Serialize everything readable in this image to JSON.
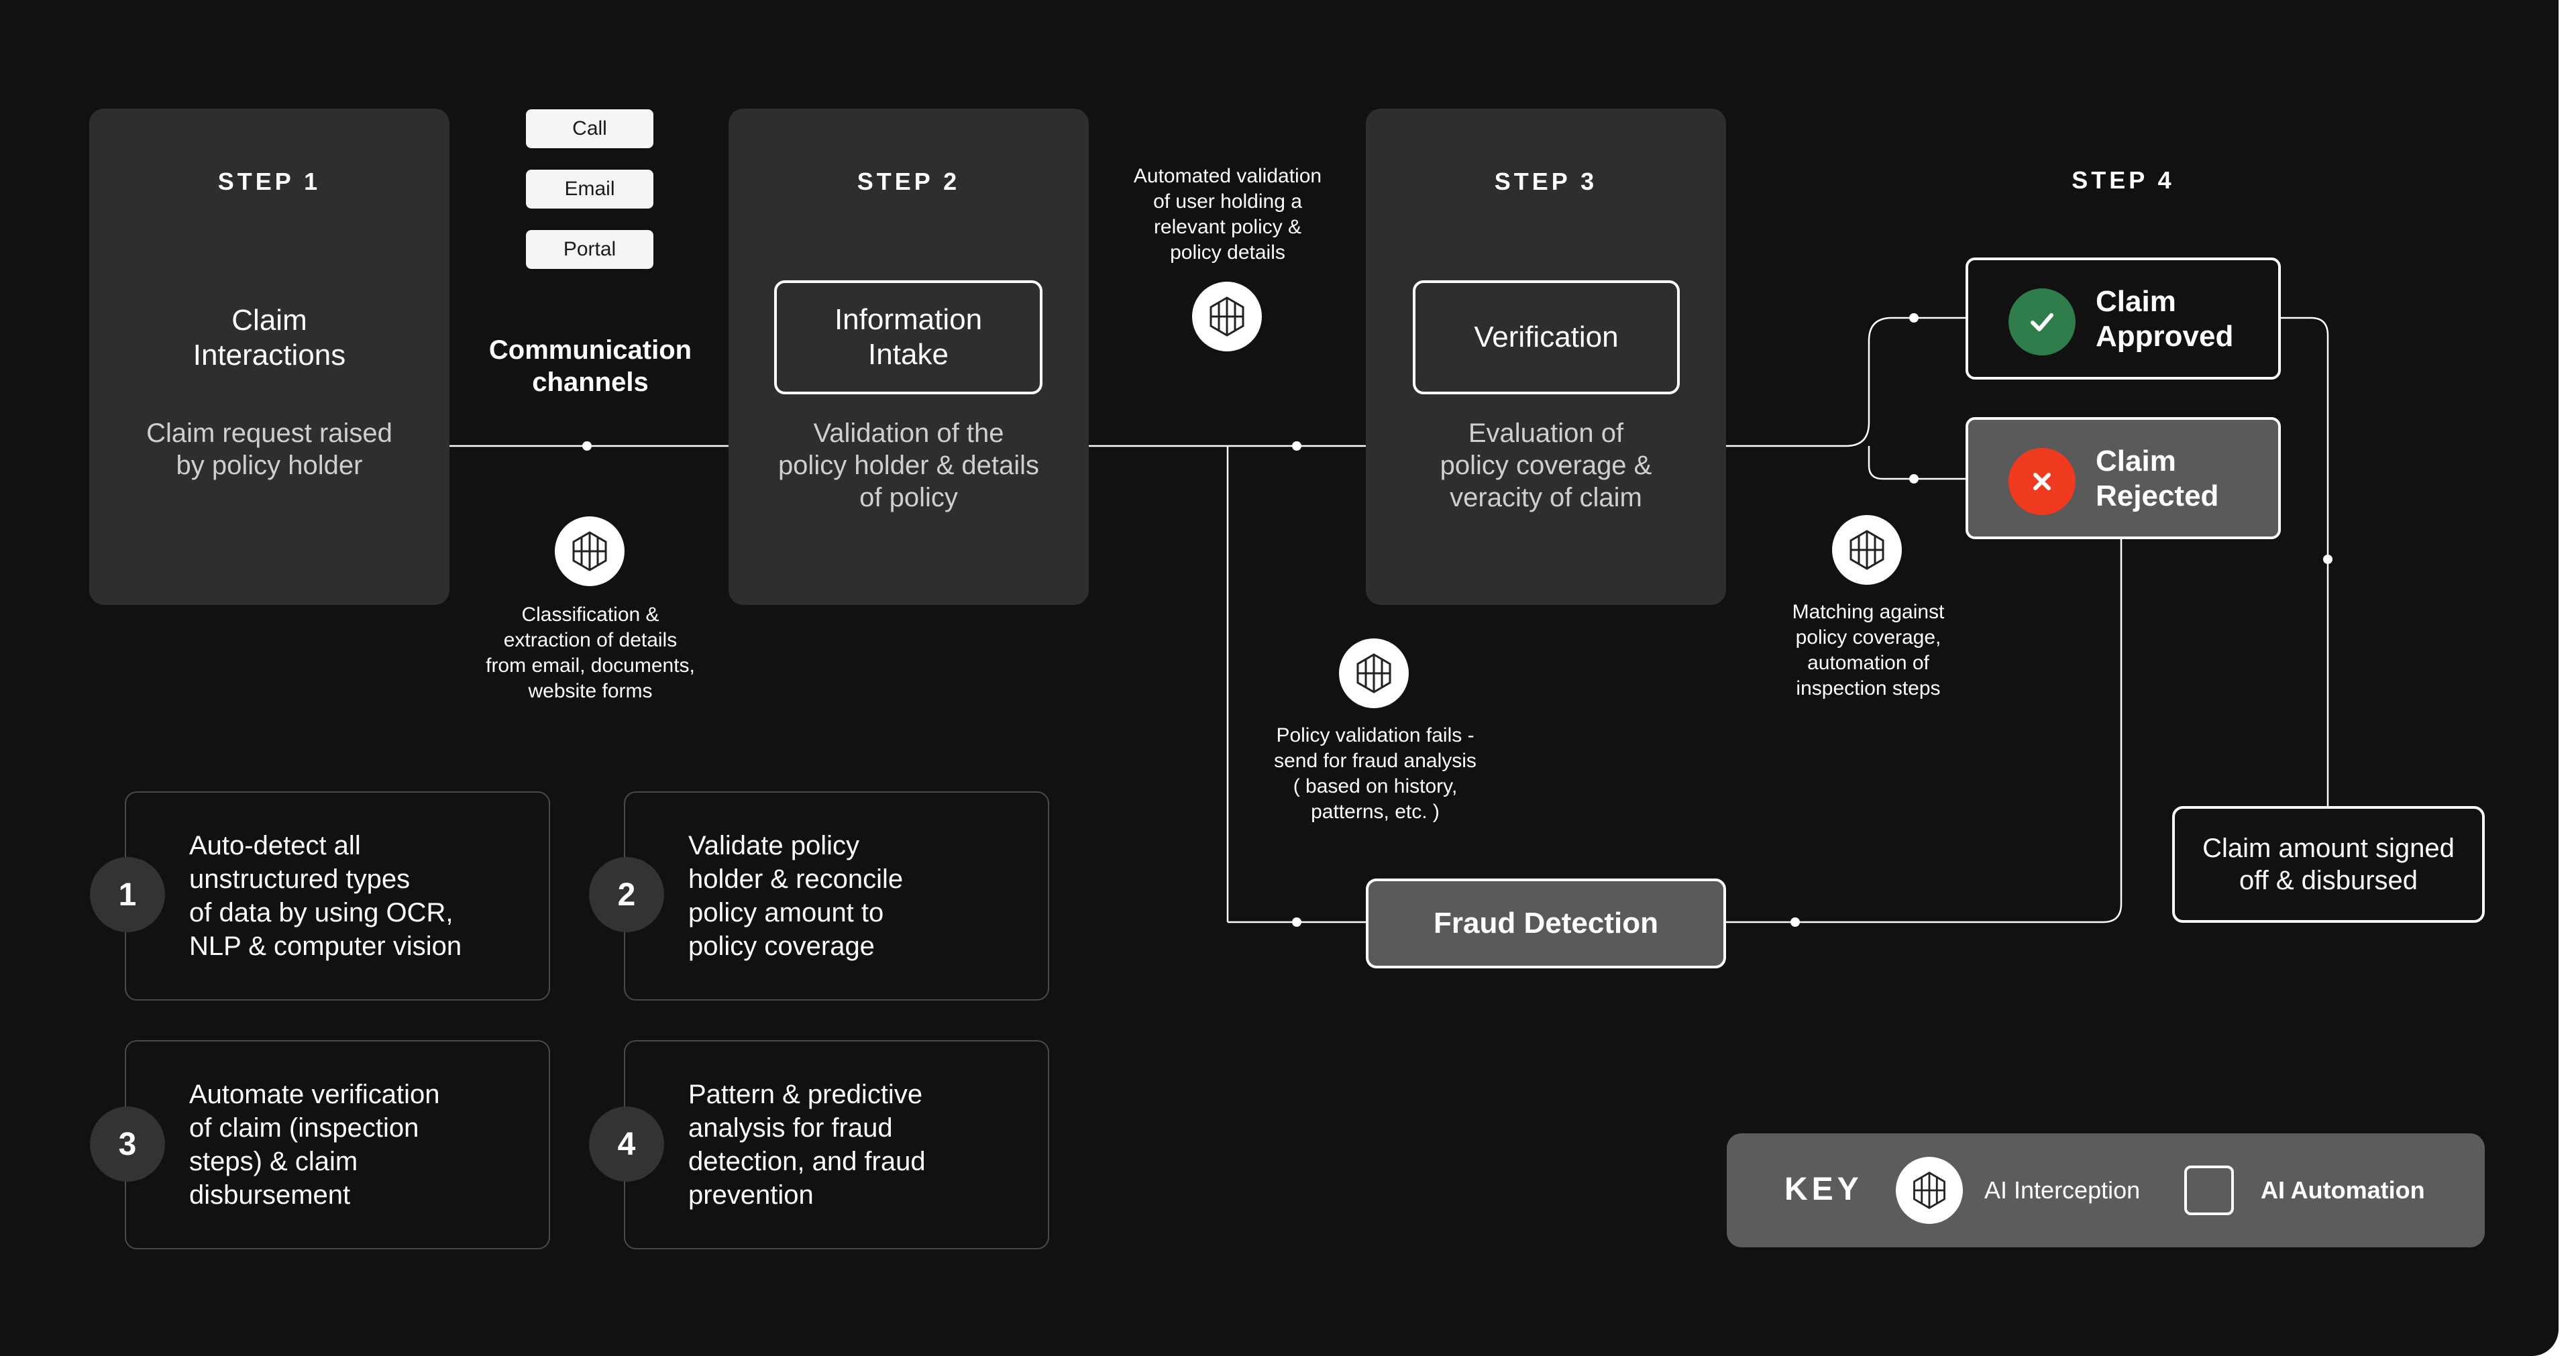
{
  "steps": [
    {
      "label": "STEP 1",
      "title": "Claim\nInteractions",
      "description": "Claim request raised\nby policy holder"
    },
    {
      "label": "STEP 2",
      "title": "Information\nIntake",
      "description": "Validation of the\npolicy holder & details\nof policy"
    },
    {
      "label": "STEP 3",
      "title": "Verification",
      "description": "Evaluation of\npolicy coverage &\nveracity of claim"
    },
    {
      "label": "STEP 4"
    }
  ],
  "channels": {
    "pills": [
      "Call",
      "Email",
      "Portal"
    ],
    "title": "Communication\nchannels"
  },
  "ai_captions": {
    "classification": "Classification &\nextraction of details\nfrom email, documents,\nwebsite forms",
    "automated_validation": "Automated validation\nof user holding a\nrelevant policy &\npolicy details",
    "policy_fails": "Policy validation fails -\nsend for fraud analysis\n( based on history,\npatterns, etc. )",
    "matching": "Matching against\npolicy coverage,\nautomation of\ninspection steps"
  },
  "outcomes": {
    "approved": "Claim\nApproved",
    "rejected": "Claim\nRejected",
    "fraud_detection": "Fraud Detection",
    "disbursed": "Claim amount signed\noff & disbursed"
  },
  "features": [
    {
      "number": "1",
      "text": "Auto-detect all\nunstructured types\nof data by using OCR,\nNLP & computer vision"
    },
    {
      "number": "2",
      "text": "Validate policy\nholder & reconcile\npolicy amount to\npolicy coverage"
    },
    {
      "number": "3",
      "text": "Automate verification\nof claim (inspection\nsteps) & claim\ndisbursement"
    },
    {
      "number": "4",
      "text": "Pattern & predictive\nanalysis for fraud\ndetection, and fraud\nprevention"
    }
  ],
  "key": {
    "title": "KEY",
    "ai_interception": "AI Interception",
    "ai_automation": "AI Automation"
  },
  "colors": {
    "background": "#111111",
    "card": "#2e2e2e",
    "approved": "#2e7d4a",
    "rejected": "#f03a1f",
    "rejected_box": "#5a5a5a",
    "key_panel": "#5c5c5c"
  }
}
